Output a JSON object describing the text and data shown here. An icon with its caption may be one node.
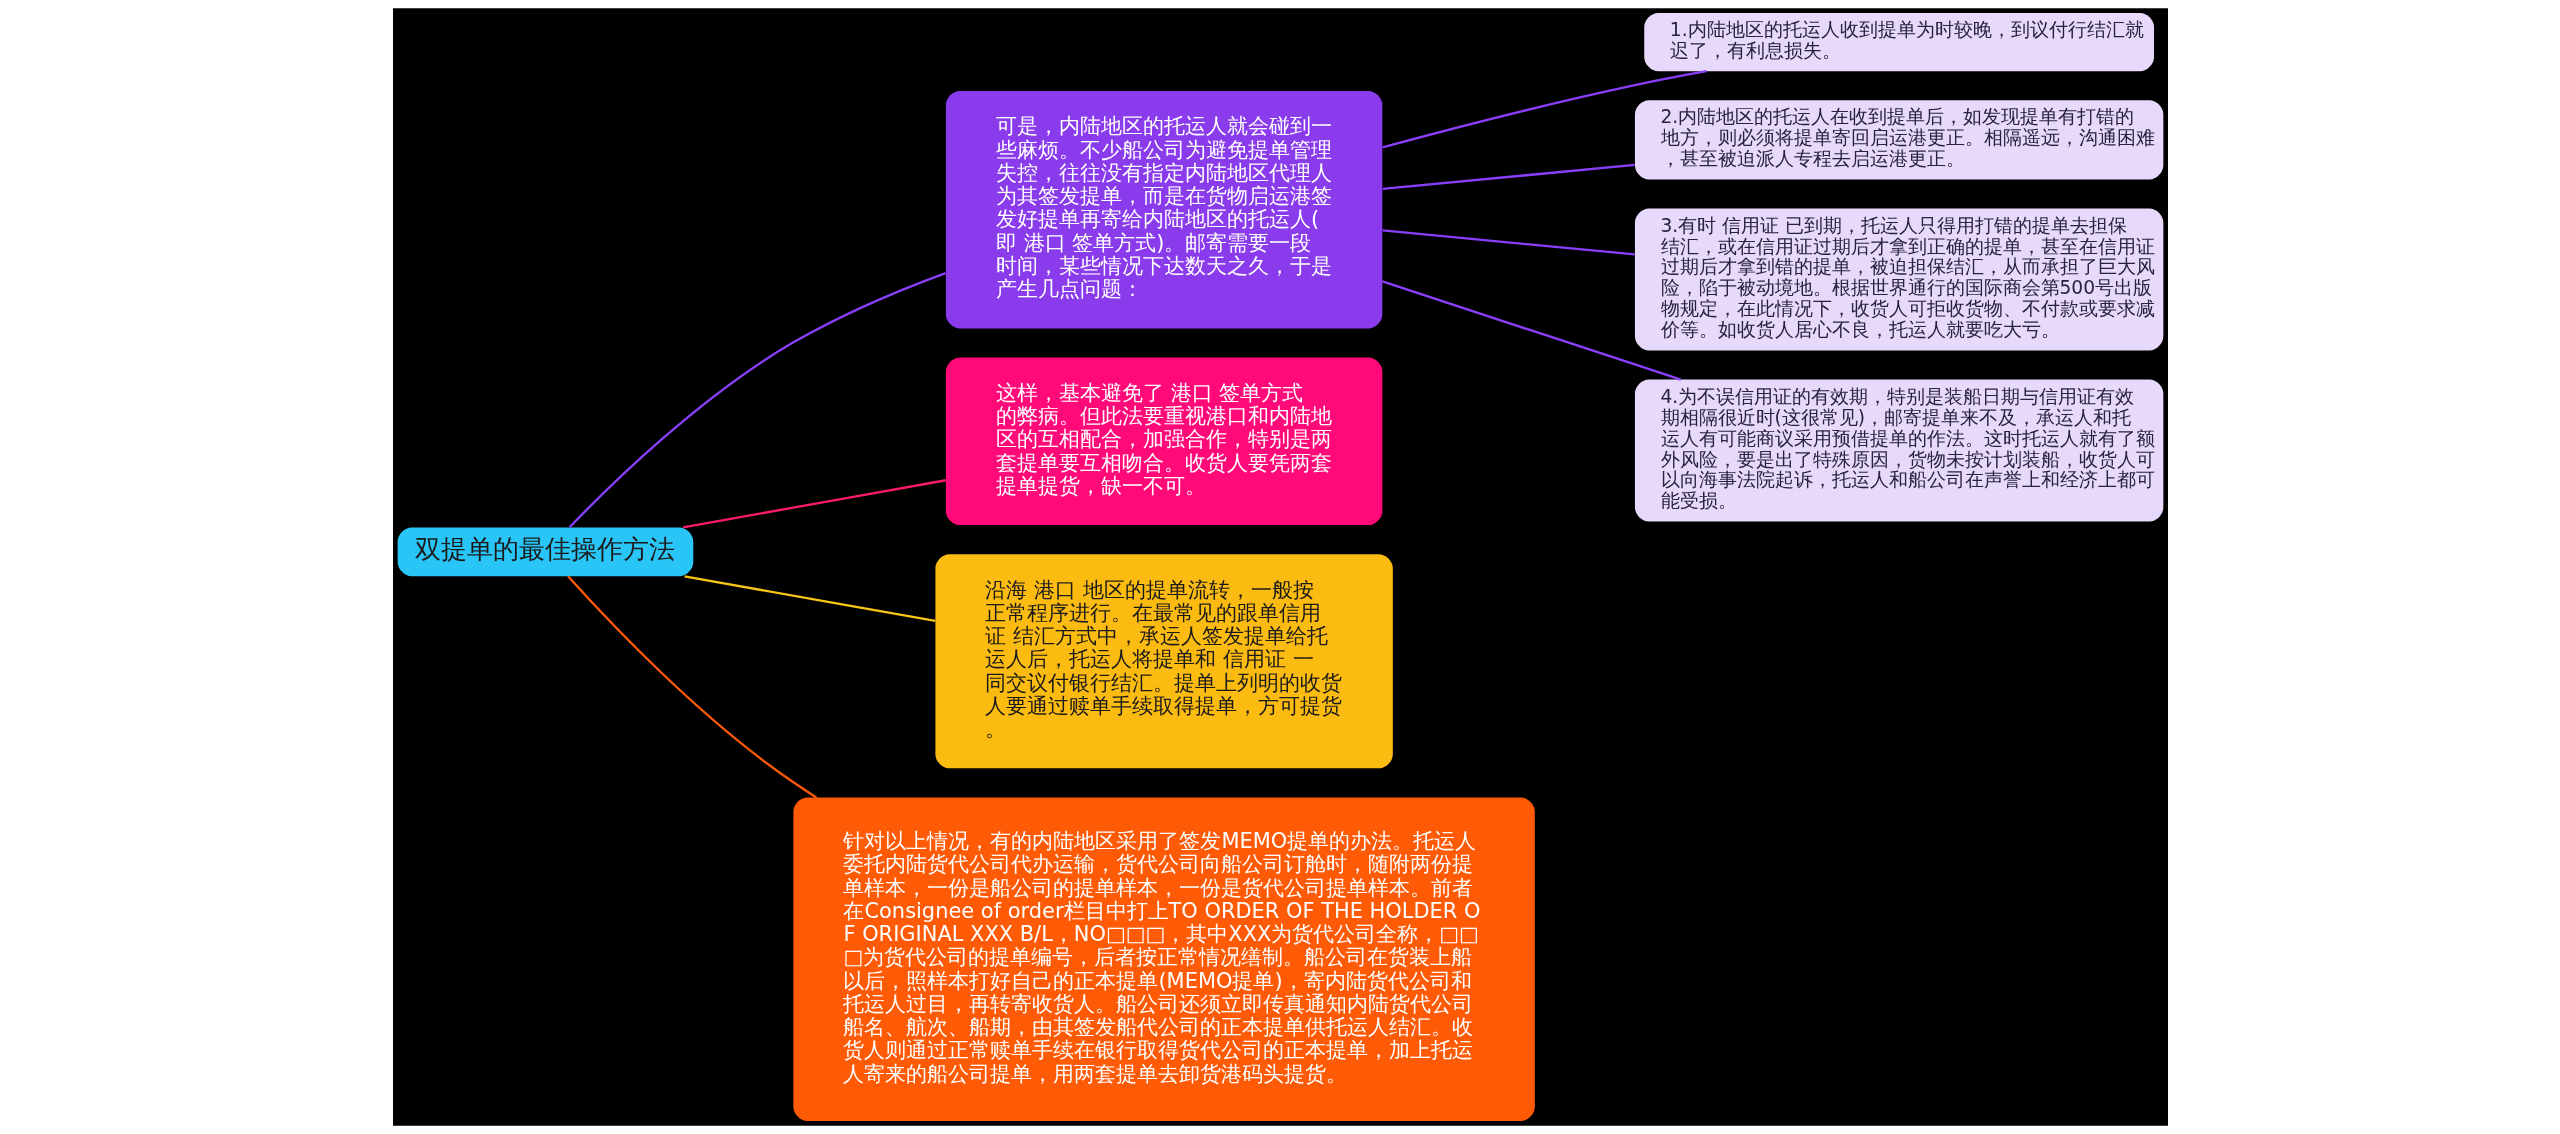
{
  "diagram": {
    "nodes": [
      {
        "text": [
          "双提单的最佳操作方法"
        ]
      },
      {
        "text": [
          "可是，内陆地区的托运人就会碰到一些麻烦。不少船公司为避免提单管理失控，往往没有指定内陆地区代理人为其签发提单，而是在货物启运港签发好提单再寄给内陆地区的托运人(即 港口 签单方式)。邮寄需要一段时间，某些情况下达数天之久，于是产生几点问题："
        ]
      },
      {
        "text": [
          "1.内陆地区的托运人收到提单为时较晚，到议付行结汇就迟了，有利息损失。"
        ]
      },
      {
        "text": [
          "2.内陆地区的托运人在收到提单后，如发现提单有打错的地方，则必须将提单寄回启运港更正。相隔遥远，沟通困难，甚至被迫派人专程去启运港更正。"
        ]
      },
      {
        "text": [
          "3.有时 信用证 已到期，托运人只得用打错的提单去担保结汇，或在信用证过期后才拿到正确的提单，甚至在信用证过期后才拿到错的提单，被迫担保结汇，从而承担了巨大风险，陷于被动境地。根据世界通行的国际商会第500号出版物规定，在此情况下，收货人可拒收货物、不付款或要求减价等。如收货人居心不良，托运人就要吃大亏。"
        ]
      },
      {
        "text": [
          "4.为不误信用证的有效期，特别是装船日期与信用证有效期相隔很近时(这很常见)，邮寄提单来不及，承运人和托运人有可能商议采用预借提单的作法。这时托运人就有了额外风险，要是出了特殊原因，货物未按计划装船，收货人可以向海事法院起诉，托运人和船公司在声誉上和经济上都可能受损。"
        ]
      },
      {
        "text": [
          "这样，基本避免了 港口 签单方式的弊病。但此法要重视港口和内陆地区的互相配合，加强合作，特别是两套提单要互相吻合。收货人要凭两套提单提货，缺一不可。"
        ]
      },
      {
        "text": [
          "沿海 港口 地区的提单流转，一般按正常程序进行。在最常见的跟单信用证 结汇方式中，承运人签发提单给托运人后，托运人将提单和 信用证 一同交议付银行结汇。提单上列明的收货人要通过赎单手续取得提单，方可提货。"
        ]
      },
      {
        "text": [
          "针对以上情况，有的内陆地区采用了签发MEMO提单的办法。托运人委托内陆货代公司代办运输，货代公司向船公司订舱时，随附两份提单样本，一份是船公司的提单样本，一份是货代公司提单样本。前者在Consignee of order栏目中打上TO ORDER OF THE HOLDER OF ORIGINAL XXX B/L，NO□□□，其中XXX为货代公司全称，□□□为货代公司的提单编号，后者按正常情况缮制。船公司在货装上船以后，照样本打好自己的正本提单(MEMO提单)，寄内陆货代公司和托运人过目，再转寄收货人。船公司还须立即传真通知内陆货代公司船名、航次、船期，由其签发船代公司的正本提单供托运人结汇。收货人则通过正常赎单手续在银行取得货代公司的正本提单，加上托运人寄来的船公司提单，用两套提单去卸货港码头提货。"
        ]
      }
    ],
    "edges": [
      {
        "from": 0,
        "to": 1,
        "arrow": "none"
      },
      {
        "from": 1,
        "to": 2,
        "arrow": "none"
      },
      {
        "from": 1,
        "to": 3,
        "arrow": "none"
      },
      {
        "from": 1,
        "to": 4,
        "arrow": "none"
      },
      {
        "from": 1,
        "to": 5,
        "arrow": "none"
      },
      {
        "from": 0,
        "to": 6,
        "arrow": "none",
        "color": "#ff1a6e"
      },
      {
        "from": 0,
        "to": 7,
        "arrow": "none",
        "color": "#f5c518"
      },
      {
        "from": 0,
        "to": 8,
        "arrow": "none",
        "color": "#ff5a0a"
      }
    ]
  }
}
